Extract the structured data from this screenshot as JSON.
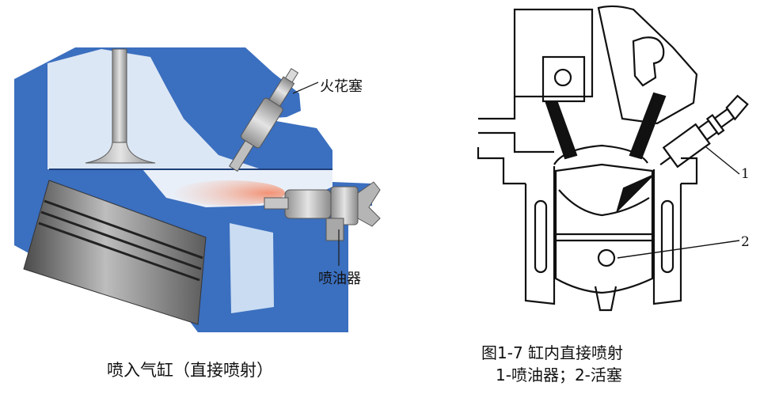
{
  "left_figure": {
    "label_spark_plug": "火花塞",
    "label_injector": "喷油器",
    "caption": "喷入气缸（直接喷射）"
  },
  "right_figure": {
    "callout_1": "1",
    "callout_2": "2",
    "caption_line1": "图1-7  缸内直接喷射",
    "caption_line2": "1-喷油器；2-活塞"
  },
  "colors": {
    "coolant_blue": "#3b6fbf",
    "chamber_light": "#dce7f5",
    "metal_grey": "#9a9a9a",
    "fuel_spray": "#f2a58e",
    "line_black": "#111111"
  }
}
